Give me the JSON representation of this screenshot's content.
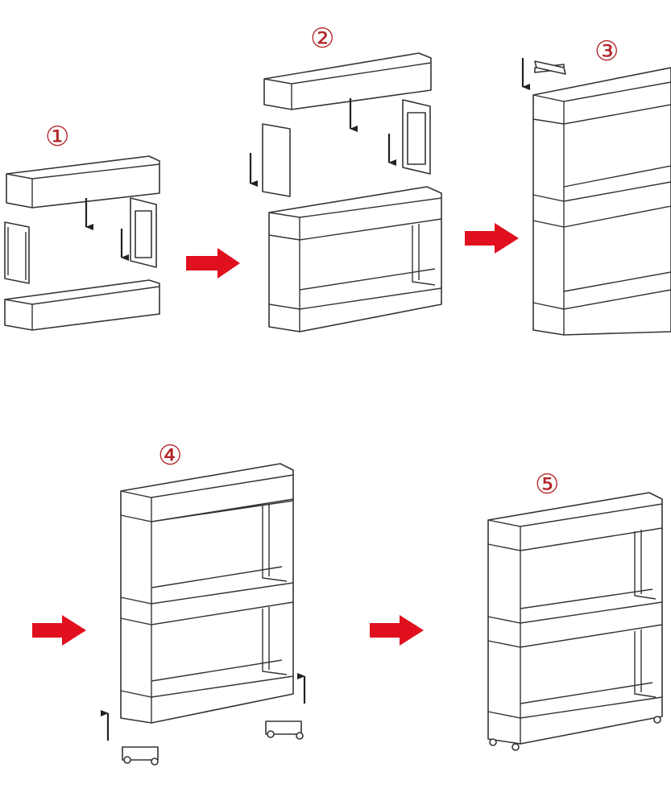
{
  "diagram": {
    "type": "assembly-instructions",
    "subject": "3-tier slim rolling storage cart",
    "accent_color": "#e0101e",
    "step_number_color": "#b3262b",
    "line_color": "#333333",
    "steps": [
      {
        "number": "①",
        "description": "Top shelf and bottom shelf with two side frames inserted downward"
      },
      {
        "number": "②",
        "description": "Second shelf and side frames stacked onto first tier"
      },
      {
        "number": "③",
        "description": "Corner cap inserted at top of assembled frame"
      },
      {
        "number": "④",
        "description": "Two caster wheel bases attached upward to bottom"
      },
      {
        "number": "⑤",
        "description": "Completed cart on wheels"
      }
    ]
  }
}
